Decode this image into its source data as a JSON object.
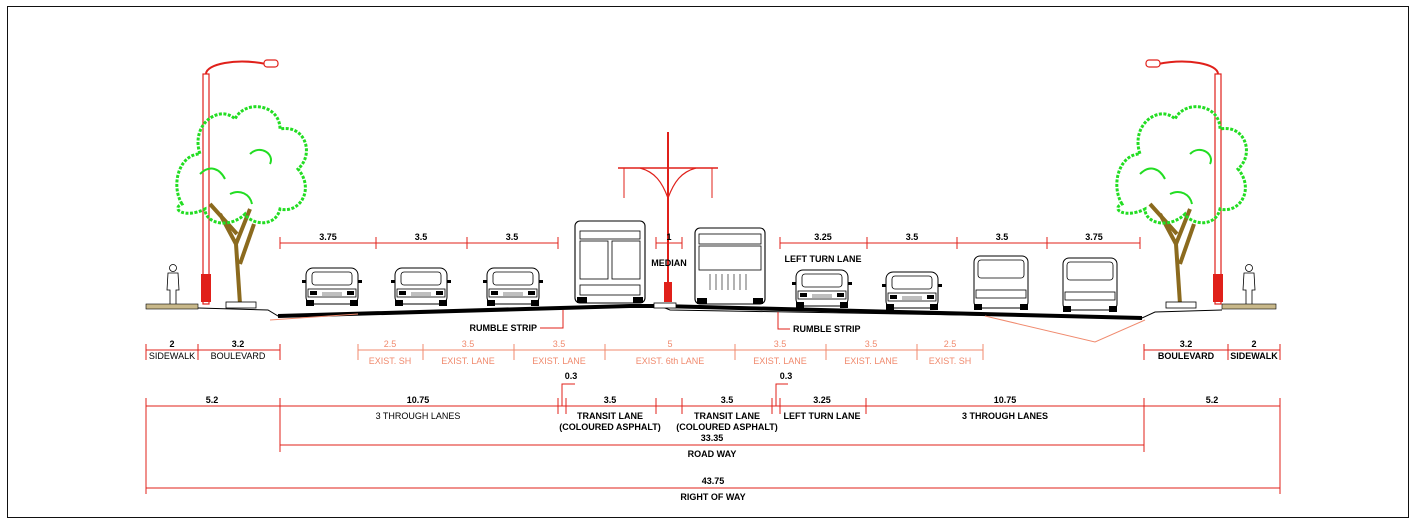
{
  "top_dims": {
    "left": [
      "3.75",
      "3.5",
      "3.5"
    ],
    "median": "1",
    "right": [
      "3.25",
      "3.5",
      "3.5",
      "3.75"
    ]
  },
  "labels": {
    "median": "MEDIAN",
    "left_turn_top": "LEFT TURN LANE",
    "rumble_left": "RUMBLE STRIP",
    "rumble_right": "RUMBLE STRIP"
  },
  "side_dims": {
    "left_sidewalk": "2",
    "left_sidewalk_label": "SIDEWALK",
    "left_boulevard": "3.2",
    "left_boulevard_label": "BOULEVARD",
    "right_boulevard": "3.2",
    "right_boulevard_label": "BOULEVARD",
    "right_sidewalk": "2",
    "right_sidewalk_label": "SIDEWALK"
  },
  "existing": [
    {
      "value": "2.5",
      "label": "EXIST. SH"
    },
    {
      "value": "3.5",
      "label": "EXIST. LANE"
    },
    {
      "value": "3.5",
      "label": "EXIST. LANE"
    },
    {
      "value": "5",
      "label": "EXIST. 6th LANE"
    },
    {
      "value": "3.5",
      "label": "EXIST. LANE"
    },
    {
      "value": "3.5",
      "label": "EXIST. LANE"
    },
    {
      "value": "2.5",
      "label": "EXIST. SH"
    }
  ],
  "lower_dims": {
    "left_outer": "5.2",
    "left_through": "10.75",
    "left_through_label": "3 THROUGH LANES",
    "small_left": "0.3",
    "transit_left": "3.5",
    "transit_left_label_1": "TRANSIT LANE",
    "transit_left_label_2": "(COLOURED ASPHALT)",
    "transit_right": "3.5",
    "transit_right_label_1": "TRANSIT LANE",
    "transit_right_label_2": "(COLOURED ASPHALT)",
    "small_right": "0.3",
    "left_turn": "3.25",
    "left_turn_label": "LEFT TURN LANE",
    "right_through": "10.75",
    "right_through_label": "3 THROUGH LANES",
    "right_outer": "5.2"
  },
  "roadway": {
    "value": "33.35",
    "label": "ROAD WAY"
  },
  "row": {
    "value": "43.75",
    "label": "RIGHT OF WAY"
  },
  "colors": {
    "dimension": "#e0201a",
    "existing": "#f08a6e",
    "tree": "#22dd22",
    "trunk": "#8b6a1e",
    "pole": "#e0201a"
  },
  "icons": [
    "streetlight-icon",
    "tree-icon",
    "pedestrian-icon",
    "car-icon",
    "bus-icon",
    "median-light-icon"
  ]
}
